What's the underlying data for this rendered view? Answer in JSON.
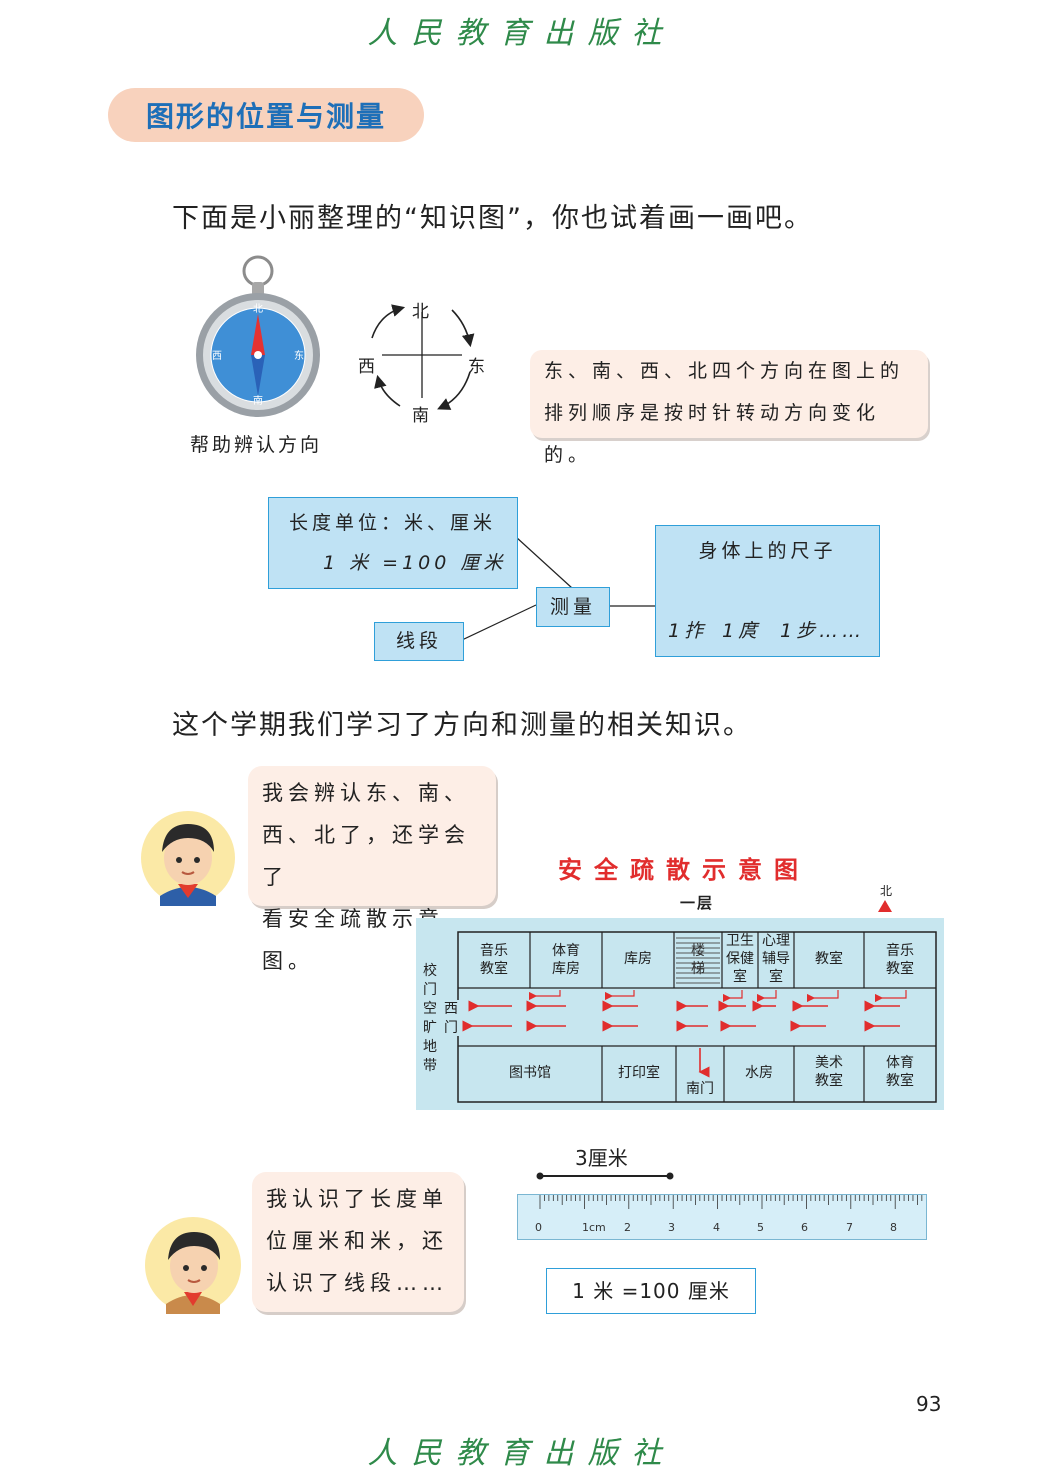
{
  "publisher": "人民教育出版社",
  "section_title": "图形的位置与测量",
  "intro_text": "下面是小丽整理的“知识图”，你也试着画一画吧。",
  "compass": {
    "caption": "帮助辨认方向",
    "dial_labels": {
      "north": "北",
      "south": "南",
      "east": "东",
      "west": "西"
    }
  },
  "direction_cross": {
    "north": "北",
    "south": "南",
    "east": "东",
    "west": "西"
  },
  "direction_note": {
    "line1": "东、南、西、北四个方向在图上的",
    "line2": "排列顺序是按时针转动方向变化的。"
  },
  "knowledge_map": {
    "unit_box": {
      "line1": "长度单位：米、厘米",
      "line2": "1 米 =100 厘米"
    },
    "center": "测量",
    "segment": "线段",
    "body_ruler": {
      "title": "身体上的尺子",
      "item1": "1拃",
      "item2": "1庹",
      "item3": "1步……"
    }
  },
  "summary_text": "这个学期我们学习了方向和测量的相关知识。",
  "bubble1": {
    "line1": "我会辨认东、南、",
    "line2": "西、北了，还学会了",
    "line3": "看安全疏散示意图。"
  },
  "evac_map": {
    "title": "安全疏散示意图",
    "floor": "一层",
    "north": "北",
    "left_label": [
      "校",
      "门",
      "空",
      "旷",
      "地",
      "带"
    ],
    "west_gate": [
      "西",
      "门"
    ],
    "top_rooms": [
      {
        "l1": "音乐",
        "l2": "教室"
      },
      {
        "l1": "体育",
        "l2": "库房"
      },
      {
        "l1": "库房",
        "l2": ""
      },
      {
        "l1": "楼",
        "l2": "梯"
      },
      {
        "l1": "卫生",
        "l2": "保健",
        "l3": "室"
      },
      {
        "l1": "心理",
        "l2": "辅导",
        "l3": "室"
      },
      {
        "l1": "教室",
        "l2": ""
      },
      {
        "l1": "音乐",
        "l2": "教室"
      }
    ],
    "bottom_rooms": [
      {
        "l1": "图书馆",
        "l2": ""
      },
      {
        "l1": "打印室",
        "l2": ""
      },
      {
        "l1": "南门",
        "l2": ""
      },
      {
        "l1": "水房",
        "l2": ""
      },
      {
        "l1": "美术",
        "l2": "教室"
      },
      {
        "l1": "体育",
        "l2": "教室"
      }
    ]
  },
  "bubble2": {
    "line1": "我认识了长度单",
    "line2": "位厘米和米，还",
    "line3": "认识了线段……"
  },
  "ruler": {
    "segment_label": "3厘米",
    "ticks": [
      "0",
      "1cm",
      "2",
      "3",
      "4",
      "5",
      "6",
      "7",
      "8"
    ],
    "conversion": "1 米 =100 厘米"
  },
  "page_number": "93"
}
